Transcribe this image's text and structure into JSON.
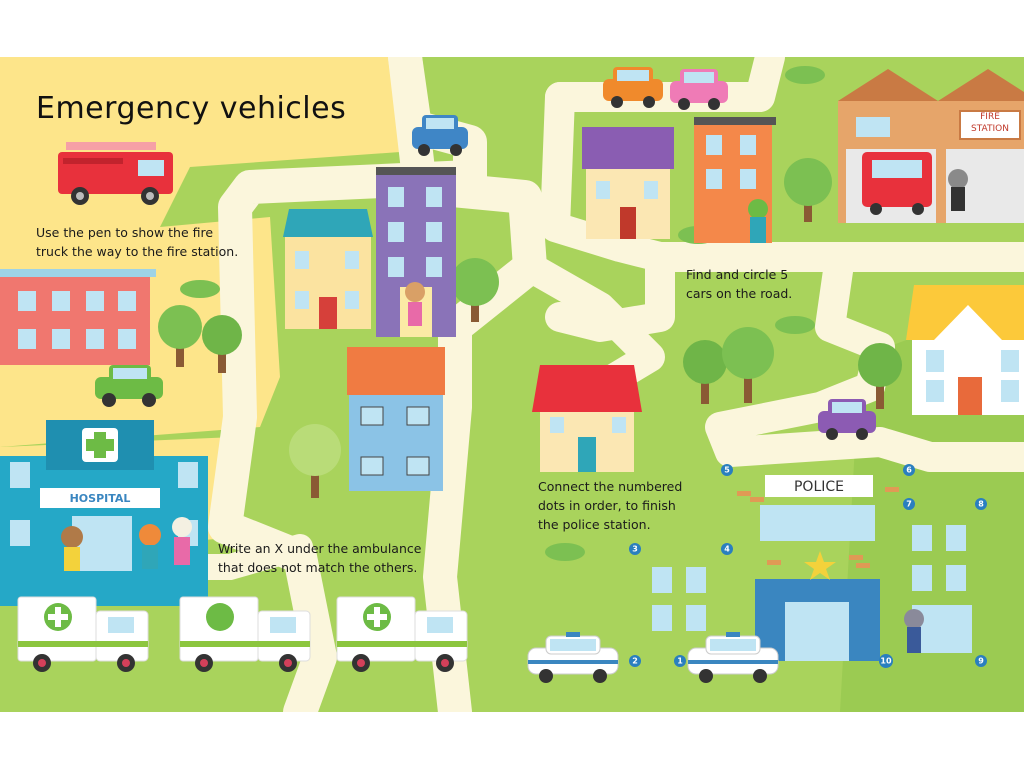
{
  "page": {
    "title": "Emergency vehicles"
  },
  "instructions": {
    "fire_truck": {
      "line1": "Use the pen to show the fire",
      "line2": "truck the way to the fire station."
    },
    "cars": {
      "line1": "Find and circle 5",
      "line2": "cars on the road."
    },
    "ambulance": {
      "line1": "Write an X under the ambulance",
      "line2": "that does not match the others."
    },
    "police": {
      "line1": "Connect the numbered",
      "line2": "dots in order, to finish",
      "line3": "the police station."
    }
  },
  "signs": {
    "hospital": "HOSPITAL",
    "fire_station_line1": "FIRE",
    "fire_station_line2": "STATION",
    "police": "POLICE"
  },
  "dots": [
    "1",
    "2",
    "3",
    "4",
    "5",
    "6",
    "7",
    "8",
    "9",
    "10"
  ],
  "colors": {
    "grass": "#a9d35c",
    "grass_dark": "#8fc14a",
    "road": "#fbf6dc",
    "yellow_zone": "#fde58a",
    "fire_red": "#e8313c",
    "hospital_teal": "#25a8c7",
    "police_blue": "#3a86c0",
    "dot_blue": "#2a7fbf"
  }
}
